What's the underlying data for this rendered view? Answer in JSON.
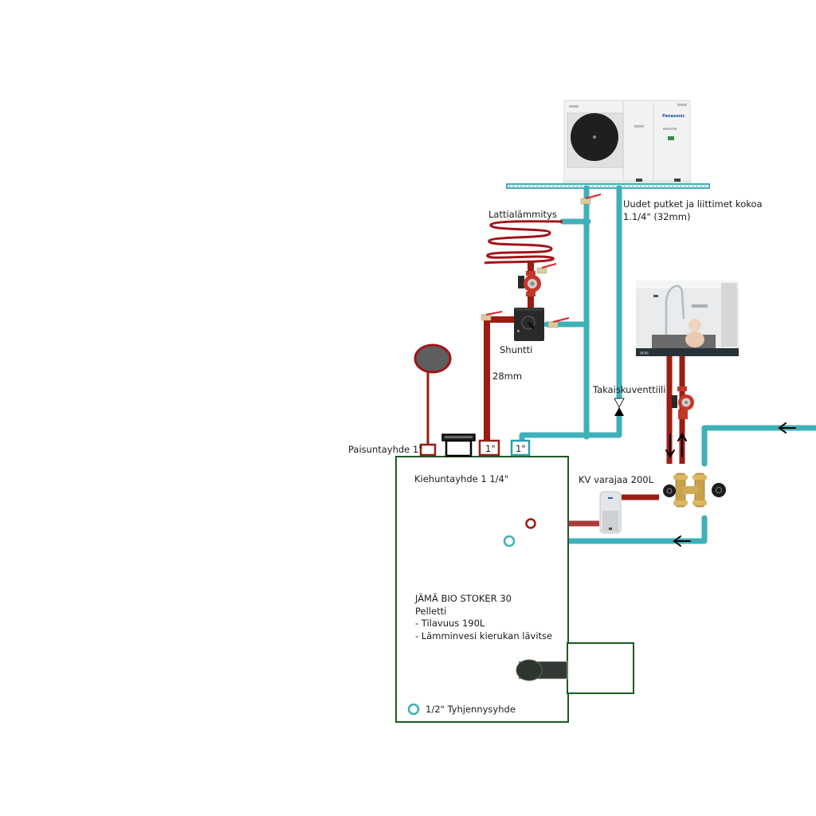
{
  "colors": {
    "hot_pipe": "#9b1c12",
    "cold_pipe": "#3fb0b8",
    "boiler_outline": "#1b5a24",
    "expansion_fill": "#5e5e5e",
    "pump_red": "#c0392b",
    "brass": "#c9a04a",
    "shunt_body": "#2a2a2a",
    "arrow": "#000000"
  },
  "heat_pump": {
    "brand": "Panasonic",
    "badge": "INVERTER",
    "label": "Uudet putket ja liittimet kokoa",
    "label_line2": "1.1/4\" (32mm)"
  },
  "floor_heating": {
    "label": "Lattialämmitys"
  },
  "shunt": {
    "label": "Shuntti"
  },
  "pipe_28": {
    "label": "28mm"
  },
  "check_valve": {
    "label": "Takaiskuventtiili"
  },
  "water_heater": {
    "label": "KV varajaa 200L"
  },
  "faucet_image": {
    "caption": "oras"
  },
  "connections": {
    "expansion": "Paisuntayhde 1\"",
    "boil": "Kiehuntayhde 1 1/4\"",
    "supply_1in": "1\"",
    "return_1in": "1\"",
    "drain": "1/2\" Tyhjennysyhde"
  },
  "boiler": {
    "title": "JÄMÄ BIO STOKER 30",
    "line2": "Pelletti",
    "line3": "- Tilavuus 190L",
    "line4": "- Lämminvesi kierukan lävitse"
  }
}
